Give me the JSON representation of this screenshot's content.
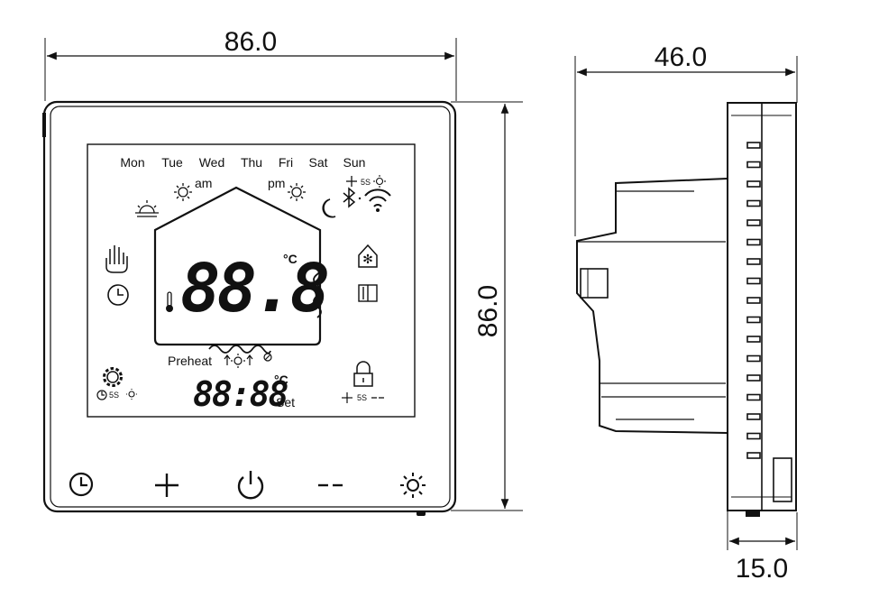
{
  "dimensions": {
    "front_width": "86.0",
    "front_height": "86.0",
    "side_depth": "46.0",
    "side_front_depth": "15.0"
  },
  "display": {
    "days": [
      "Mon",
      "Tue",
      "Wed",
      "Thu",
      "Fri",
      "Sat",
      "Sun"
    ],
    "am": "am",
    "pm": "pm",
    "main_digits": "88.8",
    "main_unit": "°C",
    "preheat": "Preheat",
    "clock_digits": "88:88",
    "clock_unit": "°C",
    "set": "Set",
    "five_s": "5S"
  },
  "buttons": [
    "clock-icon",
    "plus-icon",
    "power-icon",
    "minus-icon",
    "brightness-icon"
  ]
}
